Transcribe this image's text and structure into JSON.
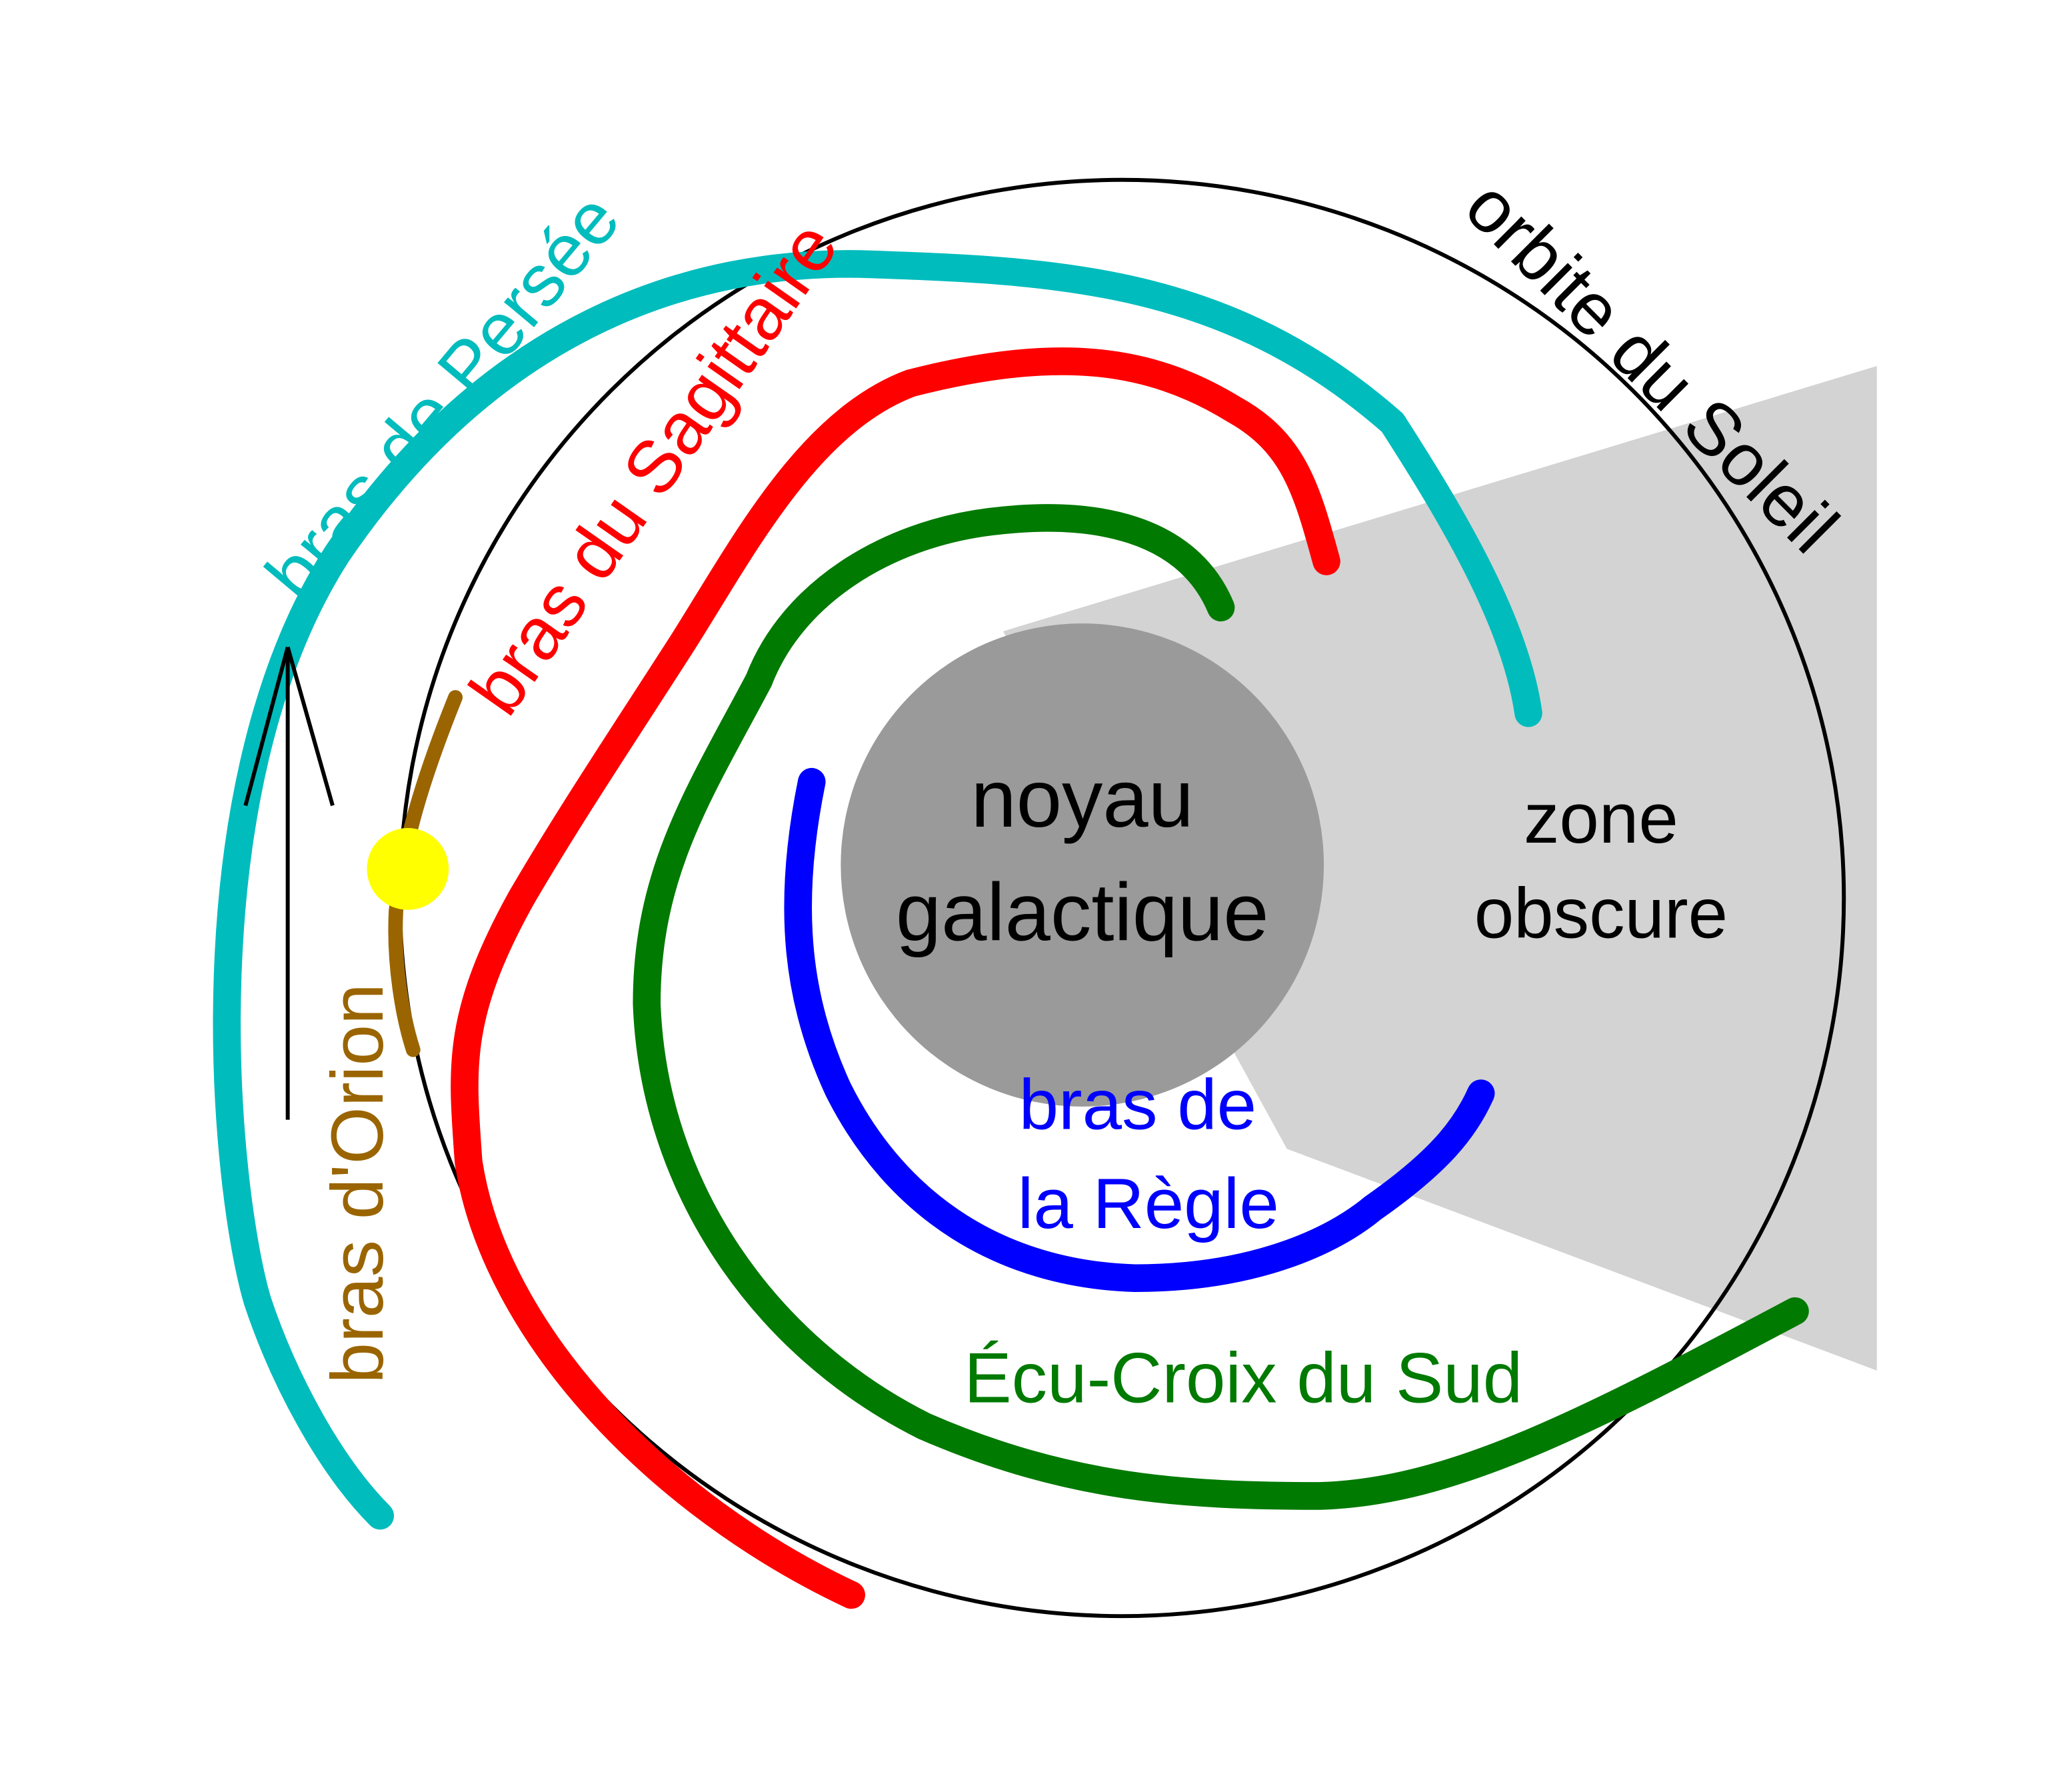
{
  "labels": {
    "perseus": "bras de Persée",
    "sagittarius": "bras du Sagittaire",
    "orion": "bras d'Orion",
    "sun_orbit": "orbite du Soleil",
    "core_line1": "noyau",
    "core_line2": "galactique",
    "obscured_line1": "zone",
    "obscured_line2": "obscure",
    "norma_line1": "bras de",
    "norma_line2": "la Règle",
    "scutum_crux": "Écu-Croix du Sud"
  },
  "colors": {
    "perseus": "#00bcbd",
    "sagittarius": "#ff0000",
    "orion": "#9a6500",
    "norma": "#0000ff",
    "scutum_crux": "#007a00",
    "core": "#9a9a9a",
    "obscured_zone": "#d3d3d3",
    "sun": "#ffff00",
    "orbit": "#000000",
    "text": "#000000"
  },
  "icons": {
    "sun": "sun-dot-icon",
    "direction": "up-arrow-icon"
  }
}
